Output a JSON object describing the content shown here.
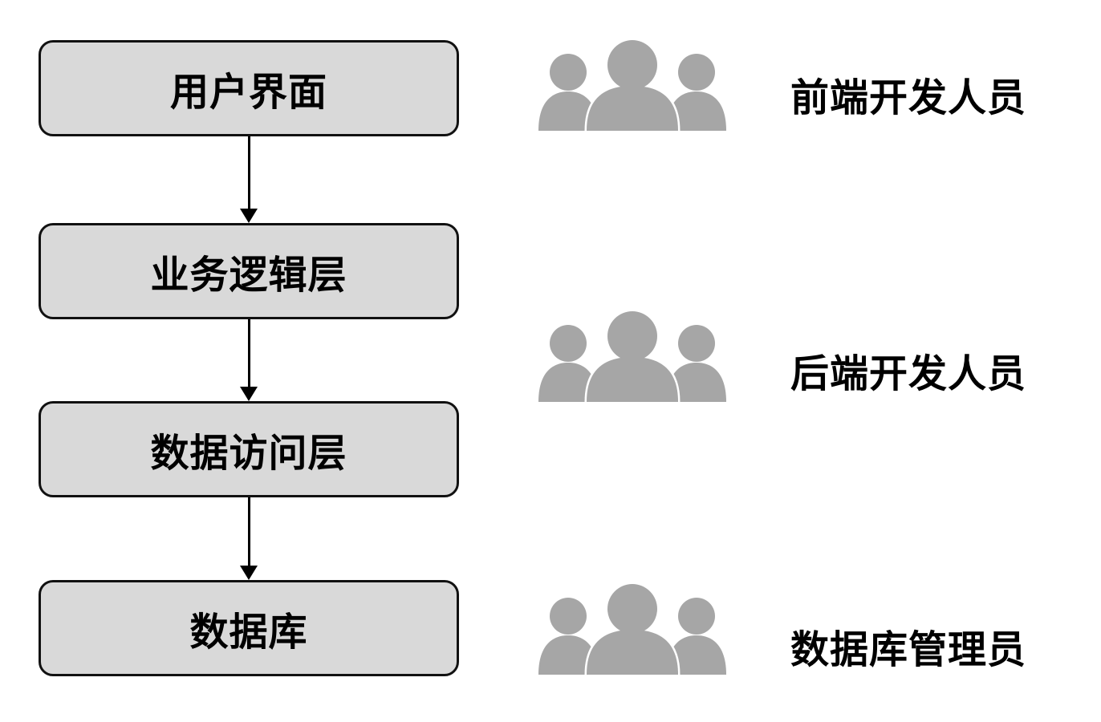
{
  "diagram_title": "layered-architecture-with-roles",
  "colors": {
    "background": "#FFFFFF",
    "box_fill": "#D9D9D9",
    "box_border": "#111111",
    "arrow": "#000000",
    "icon_gray": "#A6A6A6",
    "text": "#000000"
  },
  "layers": [
    {
      "label": "用户界面"
    },
    {
      "label": "业务逻辑层"
    },
    {
      "label": "数据访问层"
    },
    {
      "label": "数据库"
    }
  ],
  "connectors": [
    {
      "from": "用户界面",
      "to": "业务逻辑层",
      "type": "arrow-down"
    },
    {
      "from": "业务逻辑层",
      "to": "数据访问层",
      "type": "arrow-down"
    },
    {
      "from": "数据访问层",
      "to": "数据库",
      "type": "arrow-down"
    }
  ],
  "roles": [
    {
      "label": "前端开发人员",
      "icon": "people-group-icon"
    },
    {
      "label": "后端开发人员",
      "icon": "people-group-icon"
    },
    {
      "label": "数据库管理员",
      "icon": "people-group-icon"
    }
  ]
}
